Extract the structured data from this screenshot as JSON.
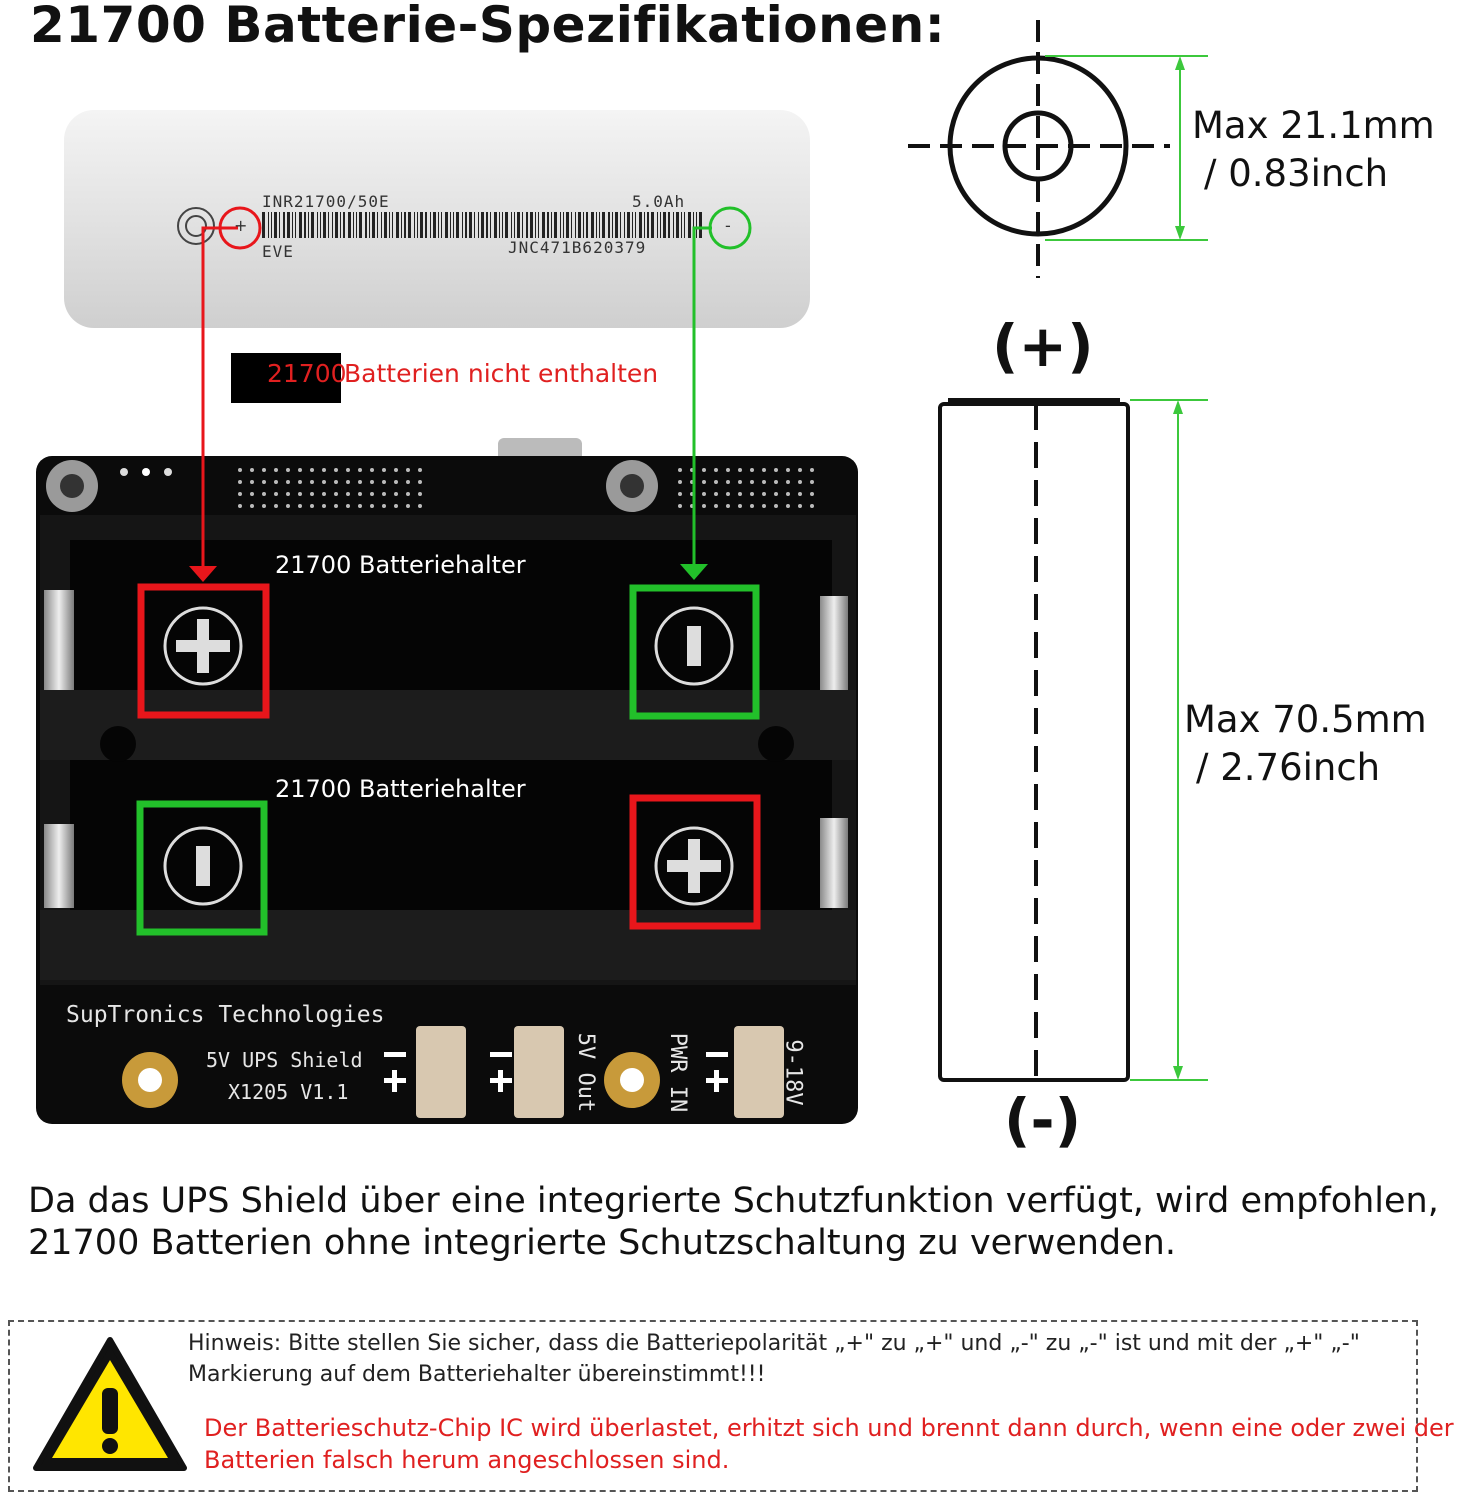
{
  "title": "21700 Batterie-Spezifikationen:",
  "cell": {
    "model": "INR21700/50E",
    "capacity": "5.0Ah",
    "brand": "EVE",
    "serial": "JNC471B620379",
    "plus_sign": "+",
    "minus_sign": "-"
  },
  "badge": {
    "number": "21700",
    "text": "Batterien nicht enthalten"
  },
  "dimensions": {
    "diameter_line1": "Max 21.1mm",
    "diameter_line2": "/ 0.83inch",
    "length_line1": "Max 70.5mm",
    "length_line2": "/ 2.76inch",
    "positive": "(+)",
    "negative": "(-)"
  },
  "board": {
    "holder_label_top": "21700 Batteriehalter",
    "holder_label_bottom": "21700 Batteriehalter",
    "maker": "SupTronics Technologies",
    "product": "5V UPS Shield",
    "model": "X1205 V1.1",
    "out_label": "5V Out",
    "pwr_label": "PWR IN",
    "volt_label": "9-18V"
  },
  "note": "Da das UPS Shield über eine integrierte Schutzfunktion verfügt, wird empfohlen, 21700 Batterien ohne integrierte Schutzschaltung zu verwenden.",
  "warning": {
    "hint": "Hinweis: Bitte stellen Sie sicher, dass die Batteriepolarität „+\" zu „+\" und „-\" zu „-\" ist und mit der „+\" „-\" Markierung auf dem Batteriehalter übereinstimmt!!!",
    "danger": "Der Batterieschutz-Chip IC wird überlastet, erhitzt sich und brennt dann durch, wenn eine oder zwei der Batterien falsch herum angeschlossen sind."
  },
  "colors": {
    "positive_marker": "#e8161b",
    "negative_marker": "#22c02a",
    "dimension_lines": "#3cc83c",
    "warning_red": "#e02020",
    "warning_yellow": "#ffe600"
  },
  "icons": [
    "warning-triangle-icon",
    "plus-terminal-icon",
    "minus-terminal-icon"
  ]
}
